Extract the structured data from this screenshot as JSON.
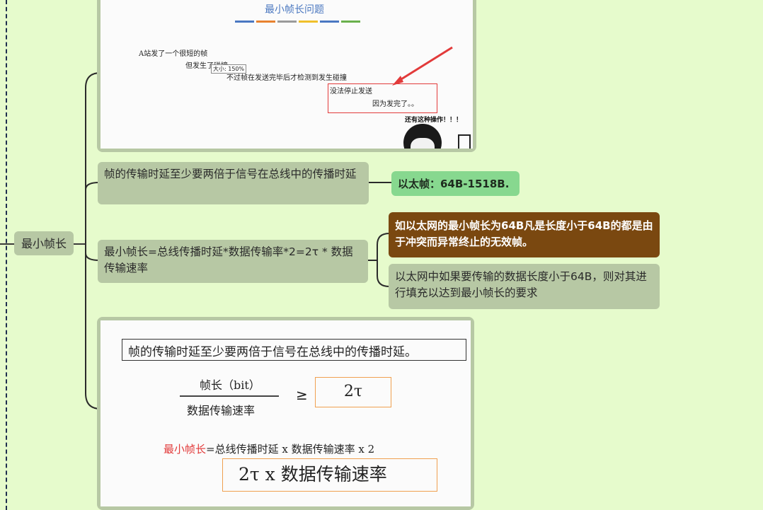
{
  "colors": {
    "background": "#e6fbcc",
    "node": "#b7c8a4",
    "green_node": "#87d88f",
    "brown_node": "#7a4810",
    "highlight_red": "#e23a3a",
    "box_orange": "#f0a050"
  },
  "root": {
    "label": "最小帧长"
  },
  "nodes": {
    "propagation": {
      "text": "帧的传输时延至少要两倍于信号在总线中的传播时延"
    },
    "ethernet": {
      "text": "以太帧：64B-1518B."
    },
    "formula": {
      "text": "最小帧长=总线传播时延*数据传输率*2=2τ * 数据传输速率"
    },
    "highlight": {
      "text": "如以太网的最小帧长为64B凡是长度小于64B的都是由于冲突而异常终止的无效帧。"
    },
    "padding": {
      "text": "以太网中如果要传输的数据长度小于64B，则对其进行填充以达到最小帧长的要求"
    }
  },
  "slide_top": {
    "title": "最小帧长问题",
    "bar_colors": [
      "#4a78c2",
      "#e8822f",
      "#9a9a9a",
      "#f0c02a",
      "#4a78c2",
      "#6ab04c"
    ],
    "line1": "A站发了一个很短的帧",
    "line2": "但发生了碰撞",
    "tooltip": "大小: 150%",
    "line3": "不过帧在发送完毕后才检测到发生碰撞",
    "line4": "没法停止发送",
    "line5": "因为发完了。。",
    "exclaim": "还有这种操作！！！"
  },
  "slide_bottom": {
    "statement": "帧的传输时延至少要两倍于信号在总线中的传播时延。",
    "frac_top": "帧长（bit）",
    "frac_bottom": "数据传输速率",
    "ge": "≥",
    "two_tau": "2τ",
    "formula_red": "最小帧长",
    "formula_rest": "=总线传播时延 x 数据传输速率 x 2",
    "result": "2τ  x  数据传输速率"
  }
}
